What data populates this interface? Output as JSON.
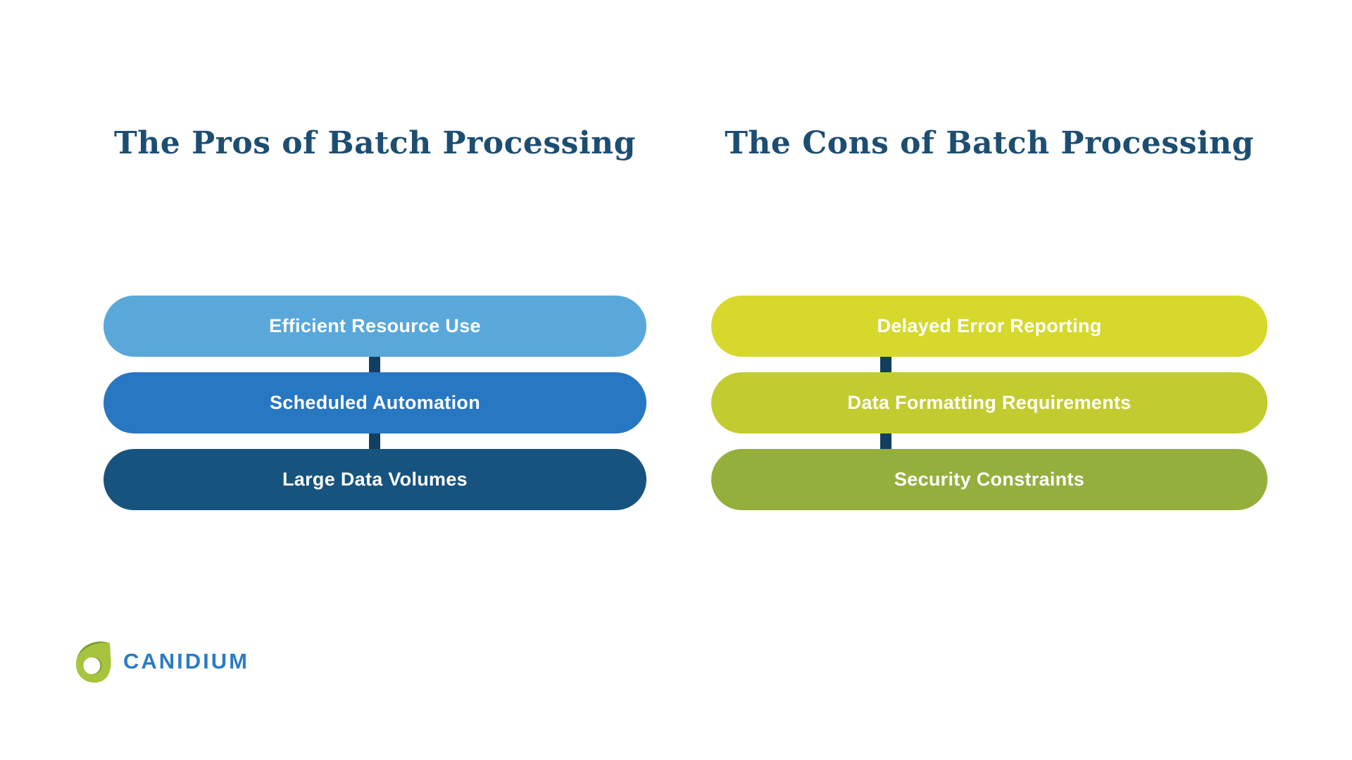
{
  "page": {
    "background": "#ffffff",
    "title_color": "#1D4E72",
    "connector_color": "#123E60"
  },
  "columns": [
    {
      "id": "pros",
      "title": "The Pros of Batch Processing",
      "items": [
        {
          "label": "Efficient Resource Use",
          "color": "#5AA8DA"
        },
        {
          "label": "Scheduled Automation",
          "color": "#2777C2"
        },
        {
          "label": "Large Data Volumes",
          "color": "#17537F"
        }
      ]
    },
    {
      "id": "cons",
      "title": "The Cons of Batch Processing",
      "items": [
        {
          "label": "Delayed Error Reporting",
          "color": "#D6D92B"
        },
        {
          "label": "Data Formatting Requirements",
          "color": "#C2CC31"
        },
        {
          "label": "Security Constraints",
          "color": "#95AF3C"
        }
      ]
    }
  ],
  "logo": {
    "text": "CANIDIUM",
    "text_color": "#2C7CC3",
    "mark_main": "#A6C43D",
    "mark_dark": "#7E9C2F"
  }
}
